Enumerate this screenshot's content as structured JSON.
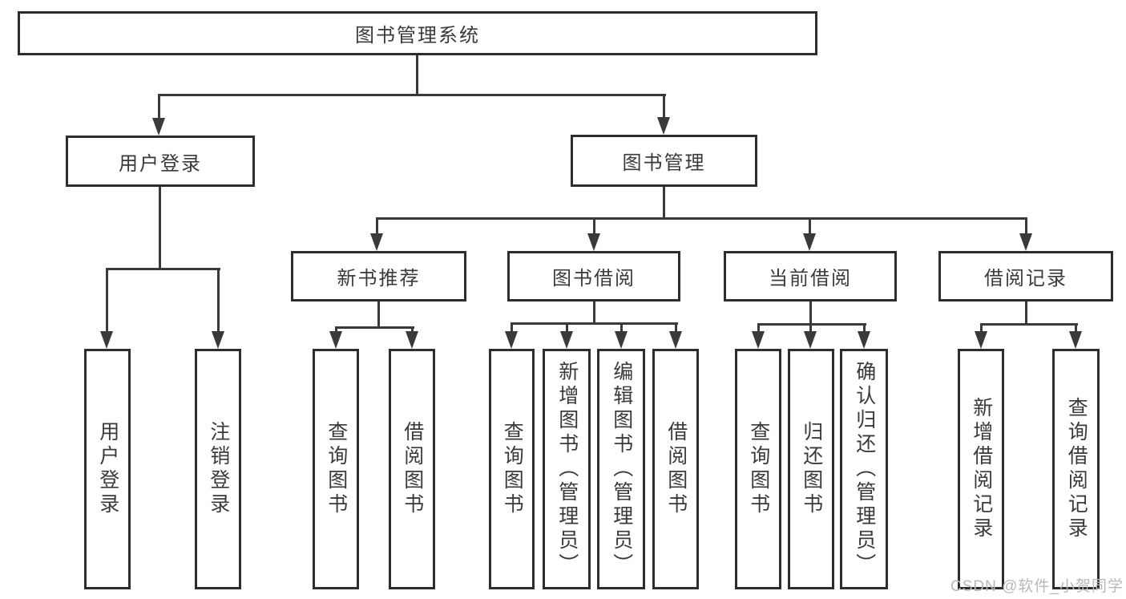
{
  "colors": {
    "line": "#3a3a3a",
    "border": "#2d2d2d",
    "text": "#3a3a3a",
    "watermark": "#b9b9b9",
    "bg": "#ffffff"
  },
  "tree": {
    "root": {
      "label": "图书管理系统"
    },
    "level2": [
      {
        "label": "用户登录",
        "leaves": [
          {
            "label": "用户登录"
          },
          {
            "label": "注销登录"
          }
        ]
      },
      {
        "label": "图书管理",
        "groups": [
          {
            "label": "新书推荐",
            "leaves": [
              {
                "label": "查询图书"
              },
              {
                "label": "借阅图书"
              }
            ]
          },
          {
            "label": "图书借阅",
            "leaves": [
              {
                "label": "查询图书"
              },
              {
                "label": "新增图书（管理员）"
              },
              {
                "label": "编辑图书（管理员）"
              },
              {
                "label": "借阅图书"
              }
            ]
          },
          {
            "label": "当前借阅",
            "leaves": [
              {
                "label": "查询图书"
              },
              {
                "label": "归还图书"
              },
              {
                "label": "确认归还（管理员）"
              }
            ]
          },
          {
            "label": "借阅记录",
            "leaves": [
              {
                "label": "新增借阅记录"
              },
              {
                "label": "查询借阅记录"
              }
            ]
          }
        ]
      }
    ]
  },
  "watermark": {
    "text": "CSDN @软件_小贺同学"
  }
}
